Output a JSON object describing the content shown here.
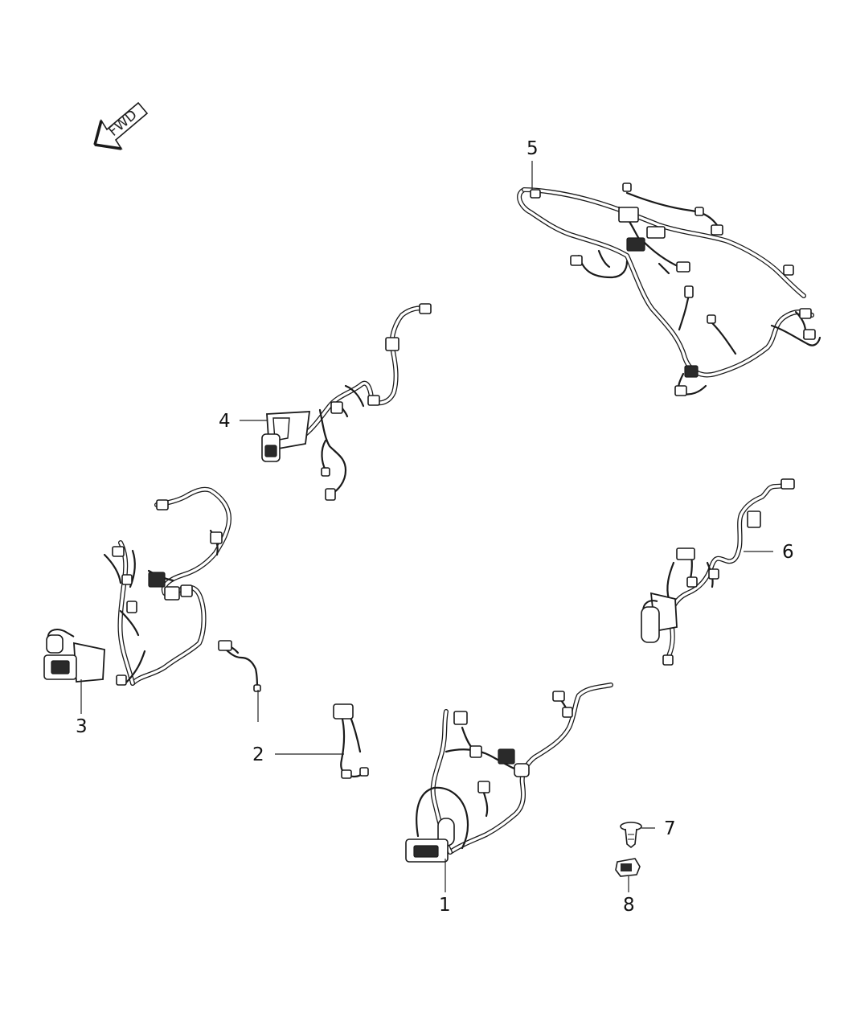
{
  "orientation": {
    "label": "FWD"
  },
  "callouts": [
    {
      "id": "1",
      "label": "1"
    },
    {
      "id": "2",
      "label": "2"
    },
    {
      "id": "3",
      "label": "3"
    },
    {
      "id": "4",
      "label": "4"
    },
    {
      "id": "5",
      "label": "5"
    },
    {
      "id": "6",
      "label": "6"
    },
    {
      "id": "7",
      "label": "7"
    },
    {
      "id": "8",
      "label": "8"
    }
  ],
  "colors": {
    "line": "#1a1a1a",
    "background": "#ffffff"
  }
}
